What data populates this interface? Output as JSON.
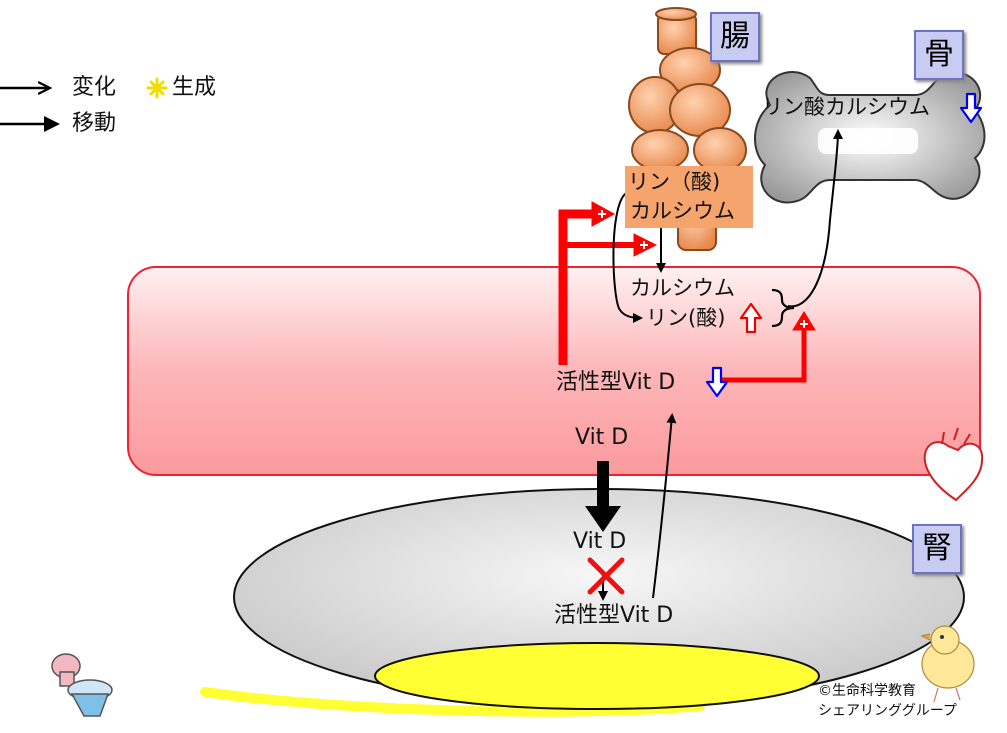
{
  "legend": {
    "change": "変化",
    "generate": "生成",
    "move": "移動"
  },
  "organs": {
    "intestine": "腸",
    "bone": "骨",
    "kidney": "腎"
  },
  "intestine_box": {
    "line1": "リン（酸)",
    "line2": "カルシウム"
  },
  "bone_label": "リン酸カルシウム",
  "blood": {
    "calcium": "カルシウム",
    "phosphate": "リン(酸)",
    "active_vitd": "活性型Vit D",
    "vitd": "Vit D"
  },
  "kidney": {
    "vitd": "Vit D",
    "active_vitd": "活性型Vit D"
  },
  "copyright": {
    "line1": "©生命科学教育",
    "line2": "シェアリンググループ"
  },
  "colors": {
    "blood_fill": "#fcaeb0",
    "blood_border": "#ee2233",
    "kidney_fill": "#e6e6e6",
    "urine": "#ffff33",
    "intestine": "#f7a26a",
    "stimulate": "#ff0000",
    "decrease": "#0000ee"
  }
}
